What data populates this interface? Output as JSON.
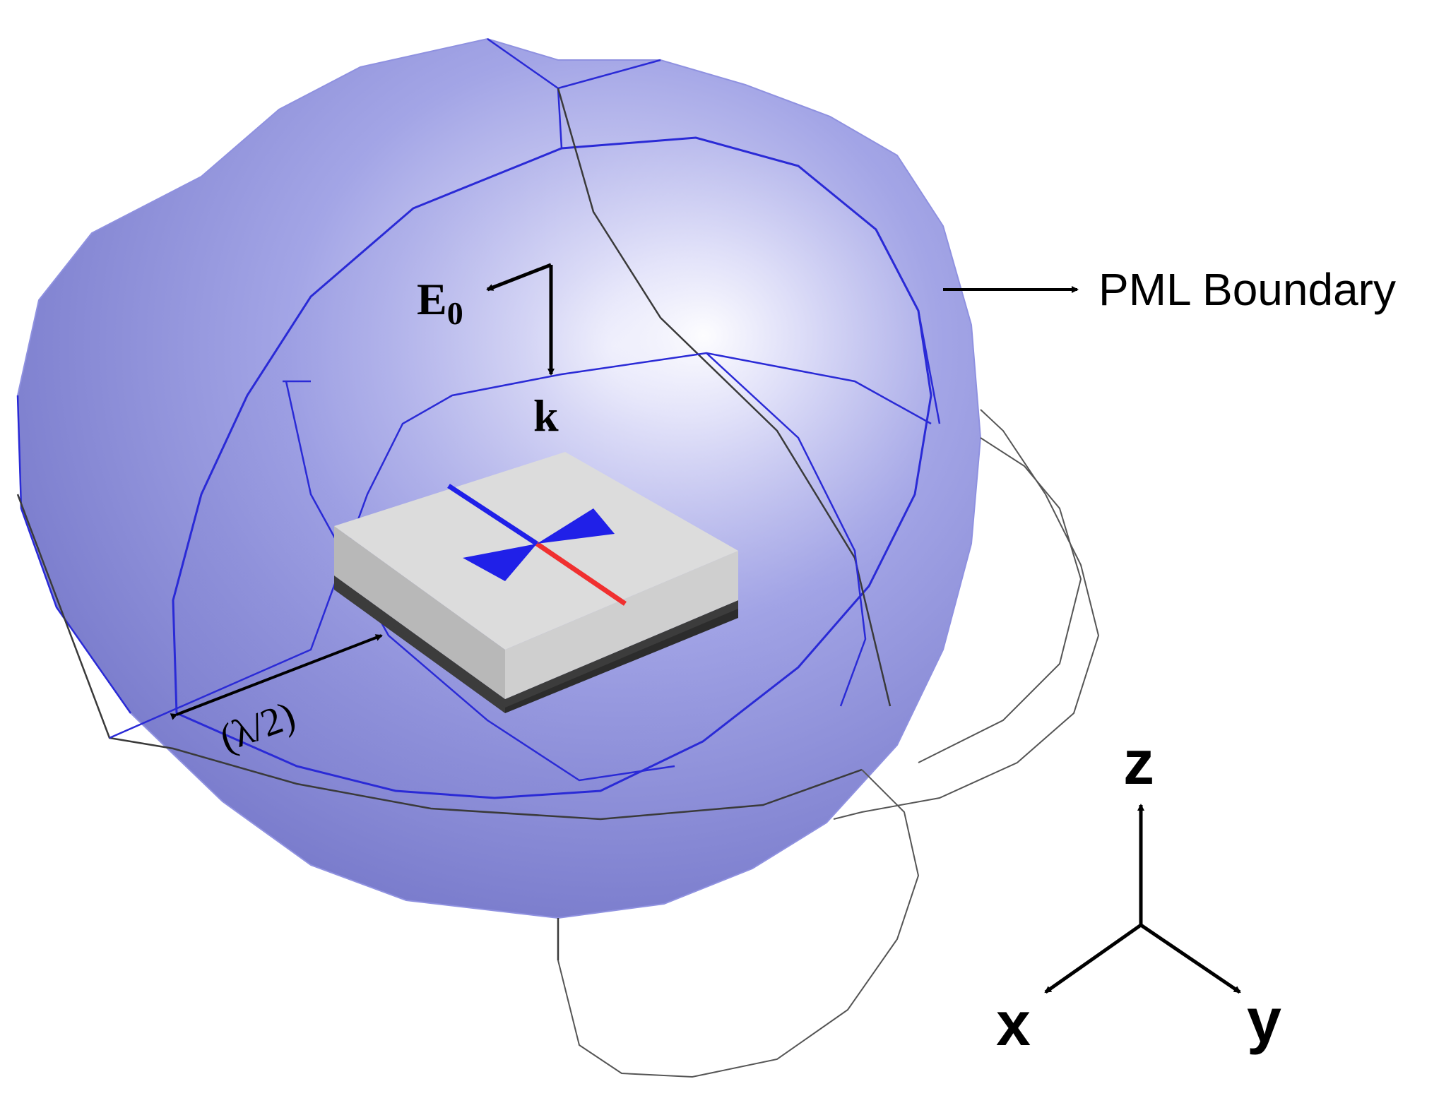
{
  "labels": {
    "e_field": "E",
    "e_field_sub": "0",
    "wave_vector": "k",
    "distance": "(λ/2)",
    "pml": "PML Boundary"
  },
  "axes": {
    "z": "z",
    "x": "x",
    "y": "y"
  },
  "colors": {
    "sphere_fill": "#8f91e0",
    "sphere_edge": "#2a2ad6",
    "wire": "#3a3a3a",
    "substrate_top": "#dcdcdc",
    "substrate_side": "#b8b8b8",
    "ground_layer": "#3c3c3c",
    "antenna_blue": "#2020e8",
    "antenna_red": "#f03030",
    "arrow": "#000000"
  },
  "icons": {
    "antenna": "bowtie-antenna-icon",
    "substrate": "substrate-block-icon"
  }
}
